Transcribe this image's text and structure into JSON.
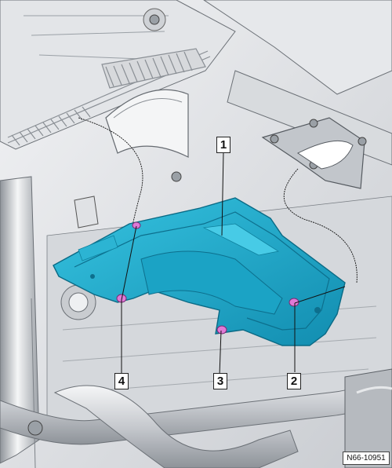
{
  "callouts": {
    "c1": "1",
    "c2": "2",
    "c3": "3",
    "c4": "4"
  },
  "figure_ref": "N66-10951",
  "colors": {
    "panel": "#19a6c8",
    "panel_dark": "#0d7f9c",
    "screw": "#e07ad6",
    "body_grey": "#d4d6da"
  },
  "icons": [
    "cover-panel",
    "expansion-rivet",
    "exhaust-pipe",
    "bracket-bolt"
  ]
}
